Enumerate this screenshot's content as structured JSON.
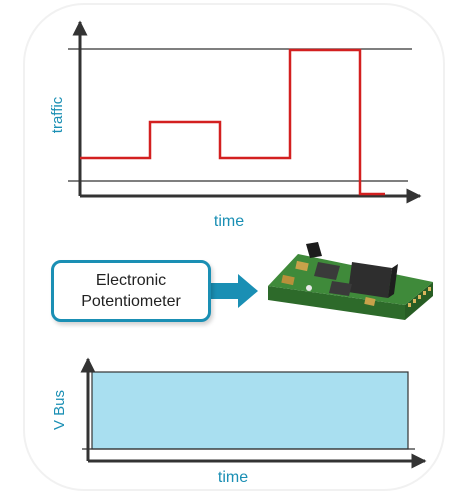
{
  "top_chart": {
    "ylabel": "traffic",
    "xlabel": "time"
  },
  "module": {
    "label_line1": "Electronic",
    "label_line2": "Potentiometer"
  },
  "bottom_chart": {
    "ylabel": "V Bus",
    "xlabel": "time"
  },
  "colors": {
    "accent": "#1a8fb4",
    "traffic_line": "#d32020",
    "bus_fill": "#a9dff0",
    "axis": "#333333",
    "pcb": "#3f8a3a"
  },
  "chart_data": [
    {
      "type": "line",
      "title": "",
      "xlabel": "time",
      "ylabel": "traffic",
      "x": [
        0,
        1,
        1,
        2,
        2,
        3,
        3,
        4,
        4
      ],
      "y": [
        1,
        1,
        2,
        2,
        1,
        1,
        4,
        4,
        0
      ],
      "ylim": [
        0,
        4
      ],
      "xlim": [
        0,
        4.4
      ],
      "grid": false
    },
    {
      "type": "area",
      "title": "",
      "xlabel": "time",
      "ylabel": "V Bus",
      "x": [
        0,
        1
      ],
      "y": [
        1,
        1
      ],
      "ylim": [
        0,
        1
      ],
      "grid": false
    }
  ]
}
